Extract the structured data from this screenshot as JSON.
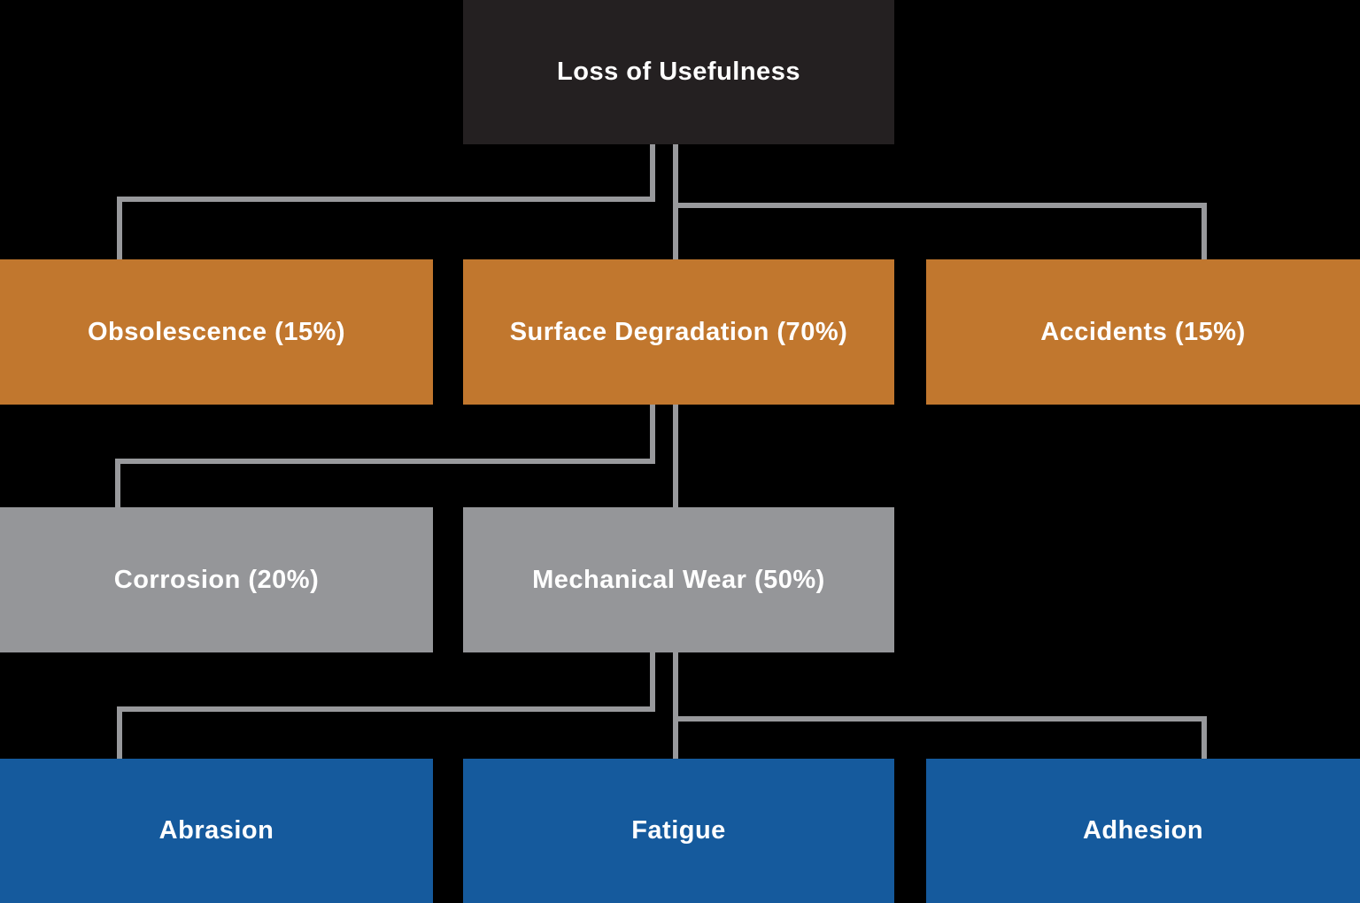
{
  "diagram": {
    "type": "hierarchy-flowchart",
    "title_node": "Loss of Usefulness",
    "background": "#000000",
    "connector_color": "#98999c",
    "text_color": "#ffffff",
    "root": {
      "id": "loss-of-usefulness",
      "label": "Loss of Usefulness",
      "color": "#242021"
    },
    "level2": [
      {
        "id": "obsolescence",
        "label": "Obsolescence (15%)",
        "color": "#c1772e",
        "parent": "loss-of-usefulness"
      },
      {
        "id": "surface-degradation",
        "label": "Surface Degradation (70%)",
        "color": "#c1772e",
        "parent": "loss-of-usefulness"
      },
      {
        "id": "accidents",
        "label": "Accidents (15%)",
        "color": "#c1772e",
        "parent": "loss-of-usefulness"
      }
    ],
    "level3": [
      {
        "id": "corrosion",
        "label": "Corrosion (20%)",
        "color": "#959699",
        "parent": "surface-degradation"
      },
      {
        "id": "mechanical-wear",
        "label": "Mechanical Wear (50%)",
        "color": "#959699",
        "parent": "surface-degradation"
      }
    ],
    "level4": [
      {
        "id": "abrasion",
        "label": "Abrasion",
        "color": "#155a9d",
        "parent": "mechanical-wear"
      },
      {
        "id": "fatigue",
        "label": "Fatigue",
        "color": "#155a9d",
        "parent": "mechanical-wear"
      },
      {
        "id": "adhesion",
        "label": "Adhesion",
        "color": "#155a9d",
        "parent": "mechanical-wear"
      }
    ]
  }
}
